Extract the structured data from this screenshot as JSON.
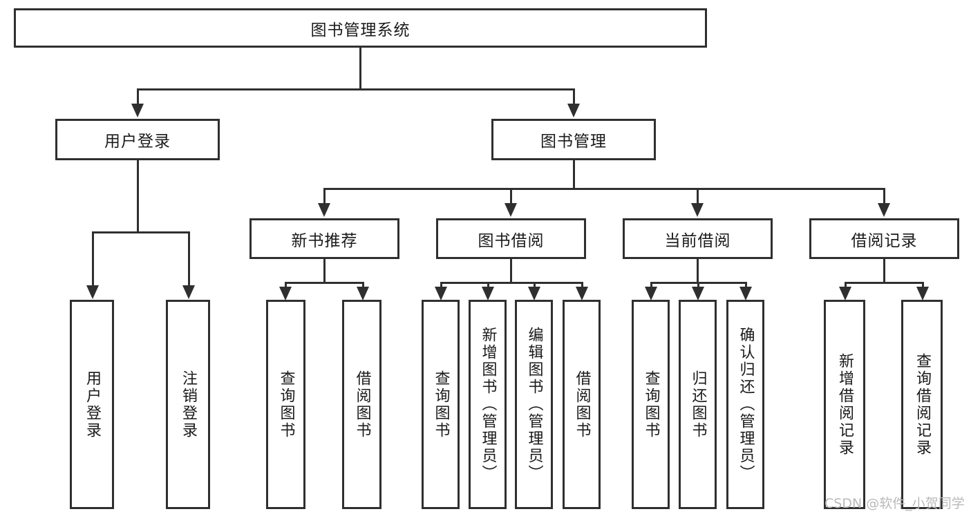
{
  "diagram": {
    "title_node": {
      "label": "图书管理系统"
    },
    "level1": [
      {
        "id": "user-login",
        "label": "用户登录"
      },
      {
        "id": "book-management",
        "label": "图书管理"
      }
    ],
    "level2": [
      {
        "id": "new-book-recommend",
        "label": "新书推荐"
      },
      {
        "id": "book-borrow",
        "label": "图书借阅"
      },
      {
        "id": "current-borrow",
        "label": "当前借阅"
      },
      {
        "id": "borrow-record",
        "label": "借阅记录"
      }
    ],
    "leaves": {
      "user_login": [
        {
          "id": "leaf-user-login",
          "label": "用户登录"
        },
        {
          "id": "leaf-logout-login",
          "label": "注销登录"
        }
      ],
      "new_book_recommend": [
        {
          "id": "leaf-query-book-1",
          "label": "查询图书"
        },
        {
          "id": "leaf-borrow-book-1",
          "label": "借阅图书"
        }
      ],
      "book_borrow": [
        {
          "id": "leaf-query-book-2",
          "label": "查询图书"
        },
        {
          "id": "leaf-add-book-admin",
          "label": "新增图书（管理员）"
        },
        {
          "id": "leaf-edit-book-admin",
          "label": "编辑图书（管理员）"
        },
        {
          "id": "leaf-borrow-book-2",
          "label": "借阅图书"
        }
      ],
      "current_borrow": [
        {
          "id": "leaf-query-book-3",
          "label": "查询图书"
        },
        {
          "id": "leaf-return-book",
          "label": "归还图书"
        },
        {
          "id": "leaf-confirm-return-admin",
          "label": "确认归还（管理员）"
        }
      ],
      "borrow_record": [
        {
          "id": "leaf-add-borrow-record",
          "label": "新增借阅记录"
        },
        {
          "id": "leaf-query-borrow-record",
          "label": "查询借阅记录"
        }
      ]
    }
  },
  "watermark": {
    "text": "CSDN @软件_小贺同学"
  },
  "colors": {
    "stroke": "#2f2f2f",
    "fill": "#ffffff",
    "text": "#1a1a1a",
    "watermark": "#b9b9b9"
  }
}
